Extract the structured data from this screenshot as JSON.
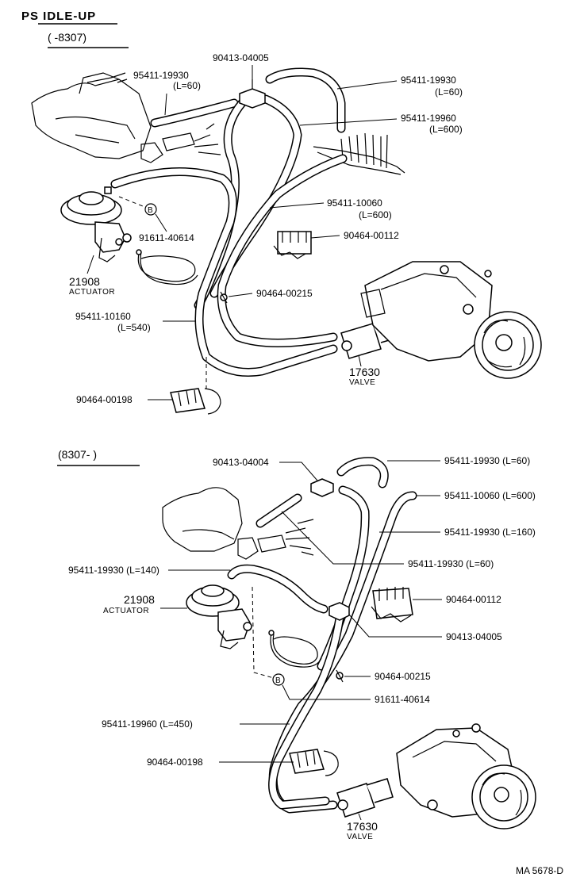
{
  "header": {
    "title": "PS IDLE-UP",
    "range_top": "(      -8307)",
    "range_bottom": "(8307-        )"
  },
  "top_section": {
    "labels": {
      "hose_left_part": "95411-19930",
      "hose_left_len": "(L=60)",
      "tee_part": "90413-04005",
      "hose_right_part": "95411-19930",
      "hose_right_len": "(L=60)",
      "hose_long_part": "95411-19960",
      "hose_long_len": "(L=600)",
      "hose_mid_part": "95411-10060",
      "hose_mid_len": "(L=600)",
      "clamp_part": "90464-00112",
      "bolt_part": "91611-40614",
      "marker_b": "B",
      "actuator_number": "21908",
      "actuator_name": "ACTUATOR",
      "clip_part": "90464-00215",
      "hose_bottom_part": "95411-10160",
      "hose_bottom_len": "(L=540)",
      "valve_number": "17630",
      "valve_name": "VALVE",
      "bracket_part": "90464-00198"
    }
  },
  "bottom_section": {
    "labels": {
      "tee_part": "90413-04004",
      "hose_top": "95411-19930 (L=60)",
      "hose_right": "95411-10060 (L=600)",
      "hose_mid_right": "95411-19930 (L=160)",
      "hose_center": "95411-19930 (L=60)",
      "hose_left": "95411-19930 (L=140)",
      "actuator_number": "21908",
      "actuator_name": "ACTUATOR",
      "clamp_part": "90464-00112",
      "tee_lower_part": "90413-04005",
      "clip_part": "90464-00215",
      "marker_b": "B",
      "bolt_part": "91611-40614",
      "hose_long": "95411-19960 (L=450)",
      "bracket_part": "90464-00198",
      "valve_number": "17630",
      "valve_name": "VALVE"
    }
  },
  "footer": {
    "code": "MA  5678-D"
  }
}
